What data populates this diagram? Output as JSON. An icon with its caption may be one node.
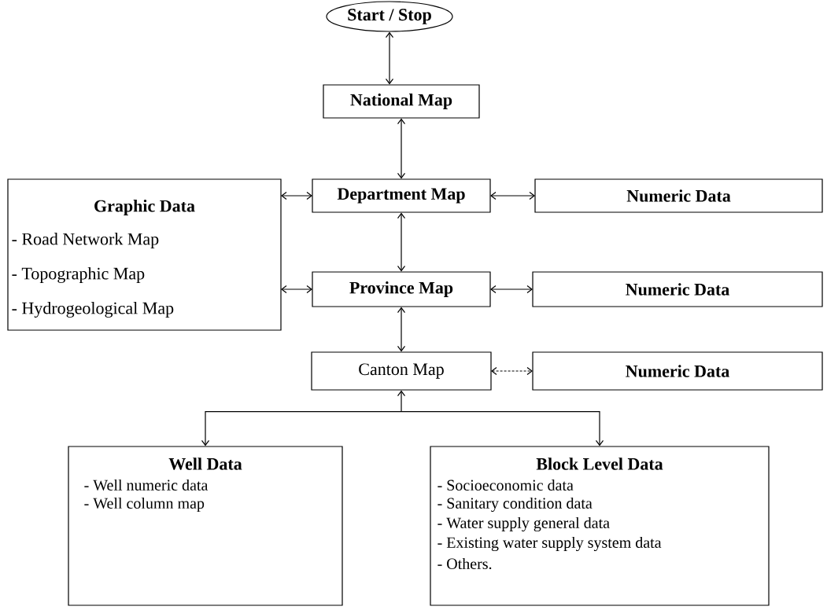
{
  "diagram": {
    "nodes": [
      {
        "text": [
          "Start / Stop"
        ]
      },
      {
        "text": [
          "National Map"
        ]
      },
      {
        "text": [
          "Graphic Data",
          "- Road Network Map",
          "- Topographic Map",
          "- Hydrogeological Map"
        ]
      },
      {
        "text": [
          "Department Map"
        ]
      },
      {
        "text": [
          "Numeric Data"
        ]
      },
      {
        "text": [
          "Province Map"
        ]
      },
      {
        "text": [
          "Numeric Data"
        ]
      },
      {
        "text": [
          "Canton Map"
        ]
      },
      {
        "text": [
          "Numeric Data"
        ]
      },
      {
        "text": [
          "Well Data",
          "- Well numeric data",
          "- Well column map"
        ]
      },
      {
        "text": [
          "Block Level Data",
          "- Socioeconomic data",
          "- Sanitary condition data",
          "- Water supply general data",
          "- Existing water supply system data",
          "- Others."
        ]
      }
    ],
    "edges": [
      {
        "from": 0,
        "to": 1,
        "arrow": "both"
      },
      {
        "from": 1,
        "to": 3,
        "arrow": "both"
      },
      {
        "from": 2,
        "to": 3,
        "arrow": "both"
      },
      {
        "from": 3,
        "to": 4,
        "arrow": "both"
      },
      {
        "from": 3,
        "to": 5,
        "arrow": "both"
      },
      {
        "from": 2,
        "to": 5,
        "arrow": "both"
      },
      {
        "from": 5,
        "to": 6,
        "arrow": "both"
      },
      {
        "from": 5,
        "to": 7,
        "arrow": "both"
      },
      {
        "from": 7,
        "to": 8,
        "arrow": "both",
        "style": "dashed"
      },
      {
        "from": 7,
        "to": 9,
        "arrow": "both"
      },
      {
        "from": 7,
        "to": 10,
        "arrow": "both"
      }
    ]
  }
}
